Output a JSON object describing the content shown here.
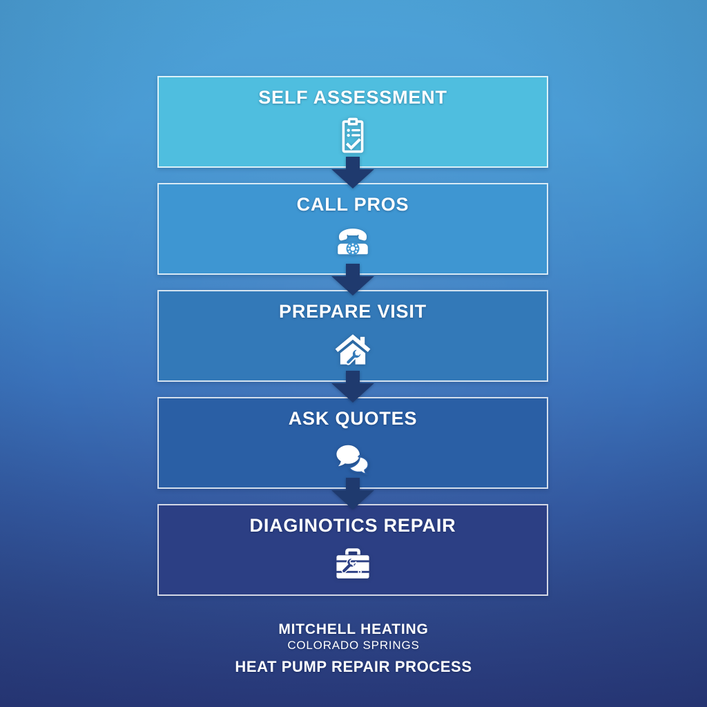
{
  "background": {
    "gradient_top": "#4da3d8",
    "gradient_bottom": "#2a3a7c"
  },
  "flowchart": {
    "arrow_color": "#1f3a6e",
    "border_color": "#ffffff",
    "steps": [
      {
        "label": "SELF ASSESSMENT",
        "icon": "clipboard-check-icon",
        "fill": "#4fbedf"
      },
      {
        "label": "CALL PROS",
        "icon": "telephone-icon",
        "fill": "#3e96d2"
      },
      {
        "label": "PREPARE VISIT",
        "icon": "house-wrench-icon",
        "fill": "#3379b8"
      },
      {
        "label": "ASK QUOTES",
        "icon": "speech-bubbles-icon",
        "fill": "#2a5fa5"
      },
      {
        "label": "DIAGINOTICS REPAIR",
        "icon": "toolbox-icon",
        "fill": "#2c3f84"
      }
    ]
  },
  "footer": {
    "company": "MITCHELL HEATING",
    "city": "COLORADO SPRINGS",
    "process": "HEAT PUMP REPAIR PROCESS"
  }
}
